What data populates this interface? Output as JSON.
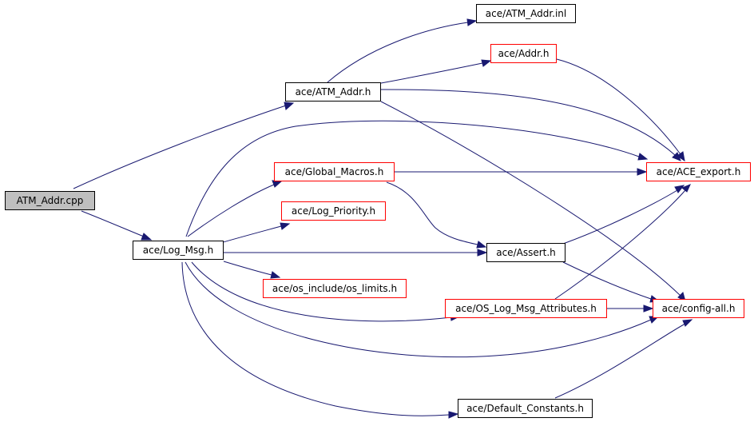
{
  "diagram": {
    "nodes": {
      "atm_addr_cpp": "ATM_Addr.cpp",
      "atm_addr_h": "ace/ATM_Addr.h",
      "log_msg_h": "ace/Log_Msg.h",
      "atm_addr_inl": "ace/ATM_Addr.inl",
      "addr_h": "ace/Addr.h",
      "ace_export_h": "ace/ACE_export.h",
      "global_macros_h": "ace/Global_Macros.h",
      "log_priority_h": "ace/Log_Priority.h",
      "assert_h": "ace/Assert.h",
      "os_limits_h": "ace/os_include/os_limits.h",
      "os_log_msg_attributes_h": "ace/OS_Log_Msg_Attributes.h",
      "config_all_h": "ace/config-all.h",
      "default_constants_h": "ace/Default_Constants.h"
    },
    "colors": {
      "edge": "#191970",
      "border": "#000000",
      "border_incomplete": "#ff0000",
      "root_fill": "#bfbfbf"
    }
  }
}
